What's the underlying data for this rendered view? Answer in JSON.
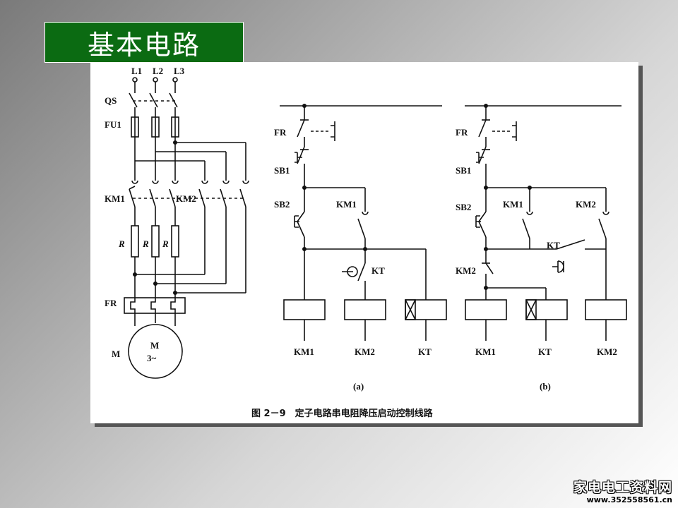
{
  "title": "基本电路",
  "diagram": {
    "main_circuit": {
      "phases": [
        "L1",
        "L2",
        "L3"
      ],
      "switch": "QS",
      "fuse": "FU1",
      "contactors": [
        "KM1",
        "KM2"
      ],
      "resistor": "R",
      "overload": "FR",
      "motor_label": "M",
      "motor_text": [
        "M",
        "3~"
      ]
    },
    "control_a": {
      "tag": "(a)",
      "labels": {
        "fr": "FR",
        "sb1": "SB1",
        "sb2": "SB2",
        "km1": "KM1",
        "kt": "KT"
      },
      "coils": [
        "KM1",
        "KM2",
        "KT"
      ]
    },
    "control_b": {
      "tag": "(b)",
      "labels": {
        "fr": "FR",
        "sb1": "SB1",
        "sb2": "SB2",
        "km1": "KM1",
        "km2": "KM2",
        "kt": "KT",
        "km2b": "KM2"
      },
      "coils": [
        "KM1",
        "KT",
        "KM2"
      ]
    },
    "caption": "图 2－9　定子电路串电阻降压启动控制线路"
  },
  "watermark": {
    "brand": "家电电工资料网",
    "url": "www.352558561.cn"
  }
}
